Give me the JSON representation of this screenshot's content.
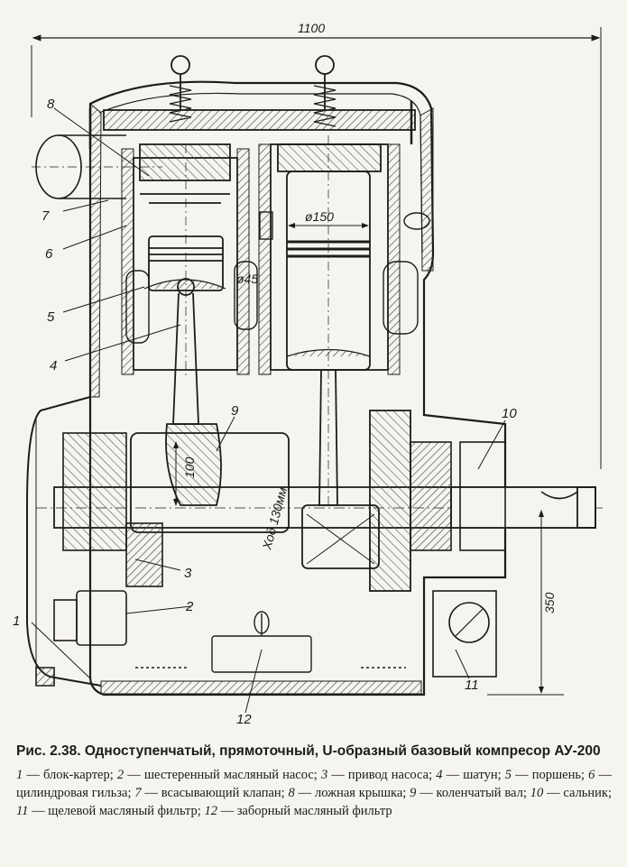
{
  "dimensions": {
    "overall_width": "1100",
    "cylinder_bore": "ø150",
    "small_bore": "ø45",
    "offset": "100",
    "stroke": "Ход 130мм",
    "shaft_height": "350"
  },
  "callouts": [
    "1",
    "2",
    "3",
    "4",
    "5",
    "6",
    "7",
    "8",
    "9",
    "10",
    "11",
    "12"
  ],
  "caption": {
    "title": "Рис. 2.38. Одноступенчатый, прямоточный, U-образный базовый компресор АУ-200",
    "legend": [
      {
        "num": "1",
        "text": "блок-картер"
      },
      {
        "num": "2",
        "text": "шестеренный масляный насос"
      },
      {
        "num": "3",
        "text": "привод насоса"
      },
      {
        "num": "4",
        "text": "шатун"
      },
      {
        "num": "5",
        "text": "поршень"
      },
      {
        "num": "6",
        "text": "цилиндровая гильза"
      },
      {
        "num": "7",
        "text": "всасывающий клапан"
      },
      {
        "num": "8",
        "text": "ложная крышка"
      },
      {
        "num": "9",
        "text": "коленчатый вал"
      },
      {
        "num": "10",
        "text": "сальник"
      },
      {
        "num": "11",
        "text": "щелевой масляный фильтр"
      },
      {
        "num": "12",
        "text": "заборный масляный фильтр"
      }
    ]
  },
  "colors": {
    "ink": "#1c1c1c",
    "paper": "#f6f4ef",
    "hatch": "#4a4a4a"
  }
}
